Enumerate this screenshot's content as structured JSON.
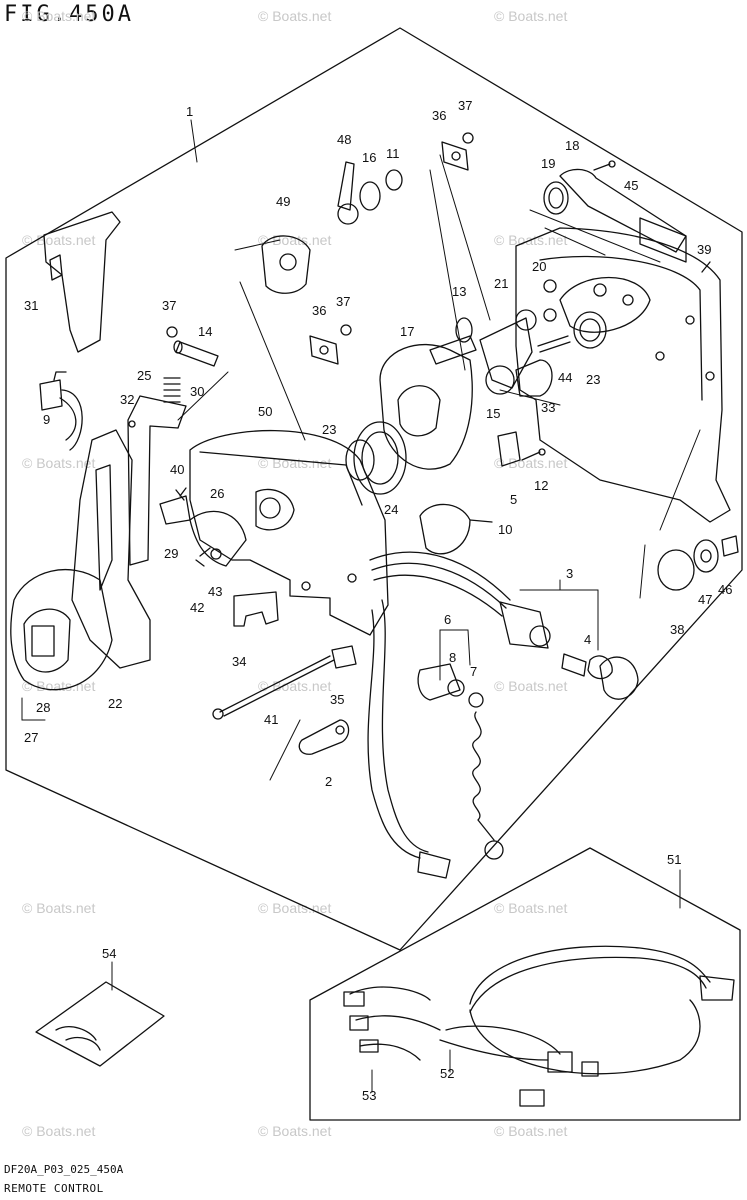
{
  "figure": {
    "title": "FIG.450A"
  },
  "footer": {
    "code": "DF20A_P03_025_450A",
    "caption": "REMOTE CONTROL"
  },
  "watermark": {
    "text": "© Boats.net"
  },
  "parts": [
    {
      "id": "1",
      "label": "1"
    },
    {
      "id": "2",
      "label": "2"
    },
    {
      "id": "3",
      "label": "3"
    },
    {
      "id": "4",
      "label": "4"
    },
    {
      "id": "5",
      "label": "5"
    },
    {
      "id": "6",
      "label": "6"
    },
    {
      "id": "7",
      "label": "7"
    },
    {
      "id": "8",
      "label": "8"
    },
    {
      "id": "9",
      "label": "9"
    },
    {
      "id": "10",
      "label": "10"
    },
    {
      "id": "11",
      "label": "11"
    },
    {
      "id": "12",
      "label": "12"
    },
    {
      "id": "13",
      "label": "13"
    },
    {
      "id": "14",
      "label": "14"
    },
    {
      "id": "15",
      "label": "15"
    },
    {
      "id": "16",
      "label": "16"
    },
    {
      "id": "17",
      "label": "17"
    },
    {
      "id": "18",
      "label": "18"
    },
    {
      "id": "19",
      "label": "19"
    },
    {
      "id": "20",
      "label": "20"
    },
    {
      "id": "21",
      "label": "21"
    },
    {
      "id": "22",
      "label": "22"
    },
    {
      "id": "23a",
      "label": "23"
    },
    {
      "id": "23b",
      "label": "23"
    },
    {
      "id": "24",
      "label": "24"
    },
    {
      "id": "25",
      "label": "25"
    },
    {
      "id": "26",
      "label": "26"
    },
    {
      "id": "27",
      "label": "27"
    },
    {
      "id": "28",
      "label": "28"
    },
    {
      "id": "29",
      "label": "29"
    },
    {
      "id": "30",
      "label": "30"
    },
    {
      "id": "31",
      "label": "31"
    },
    {
      "id": "32",
      "label": "32"
    },
    {
      "id": "33",
      "label": "33"
    },
    {
      "id": "34",
      "label": "34"
    },
    {
      "id": "35",
      "label": "35"
    },
    {
      "id": "36a",
      "label": "36"
    },
    {
      "id": "36b",
      "label": "36"
    },
    {
      "id": "37a",
      "label": "37"
    },
    {
      "id": "37b",
      "label": "37"
    },
    {
      "id": "37c",
      "label": "37"
    },
    {
      "id": "38",
      "label": "38"
    },
    {
      "id": "39",
      "label": "39"
    },
    {
      "id": "40",
      "label": "40"
    },
    {
      "id": "41",
      "label": "41"
    },
    {
      "id": "42",
      "label": "42"
    },
    {
      "id": "43",
      "label": "43"
    },
    {
      "id": "44",
      "label": "44"
    },
    {
      "id": "45",
      "label": "45"
    },
    {
      "id": "46",
      "label": "46"
    },
    {
      "id": "47",
      "label": "47"
    },
    {
      "id": "48",
      "label": "48"
    },
    {
      "id": "49",
      "label": "49"
    },
    {
      "id": "50",
      "label": "50"
    },
    {
      "id": "51",
      "label": "51"
    },
    {
      "id": "52",
      "label": "52"
    },
    {
      "id": "53",
      "label": "53"
    },
    {
      "id": "54",
      "label": "54"
    }
  ]
}
